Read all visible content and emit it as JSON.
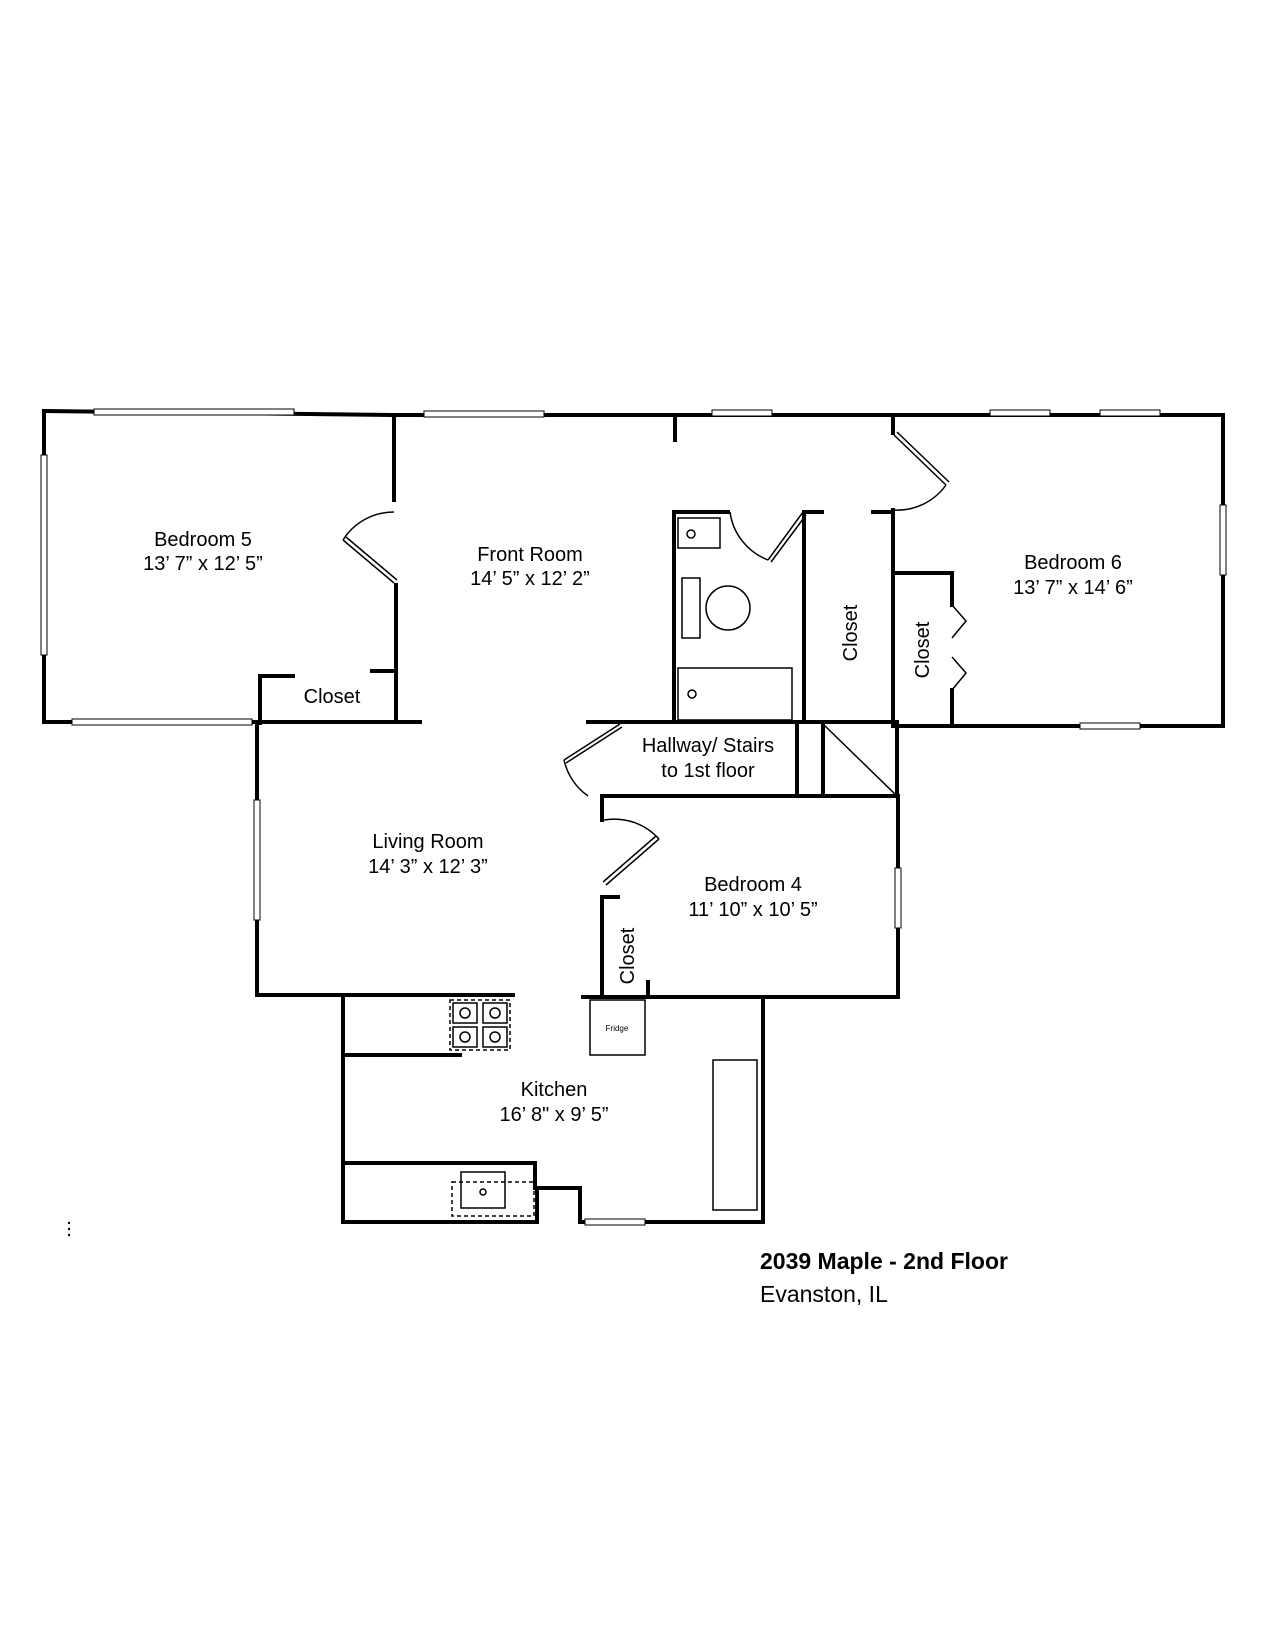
{
  "rooms": {
    "bedroom5": {
      "name": "Bedroom 5",
      "size": "13’ 7” x 12’ 5”"
    },
    "front_room": {
      "name": "Front Room",
      "size": "14’ 5” x 12’ 2”"
    },
    "bedroom6": {
      "name": "Bedroom 6",
      "size": "13’ 7” x 14’ 6”"
    },
    "closet_b5": {
      "name": "Closet"
    },
    "closet_center": {
      "name": "Closet"
    },
    "closet_b6": {
      "name": "Closet"
    },
    "hallway": {
      "name": "Hallway/ Stairs",
      "name2": "to 1st floor"
    },
    "living_room": {
      "name": "Living Room",
      "size": "14’ 3” x 12’ 3”"
    },
    "bedroom4": {
      "name": "Bedroom 4",
      "size": "11’ 10” x 10’ 5”"
    },
    "closet_b4": {
      "name": "Closet"
    },
    "kitchen": {
      "name": "Kitchen",
      "size": "16’ 8\" x 9’ 5”"
    }
  },
  "fixtures": {
    "fridge": "Fridge"
  },
  "caption": {
    "address": "2039 Maple - 2nd Floor",
    "city": "Evanston, IL"
  }
}
